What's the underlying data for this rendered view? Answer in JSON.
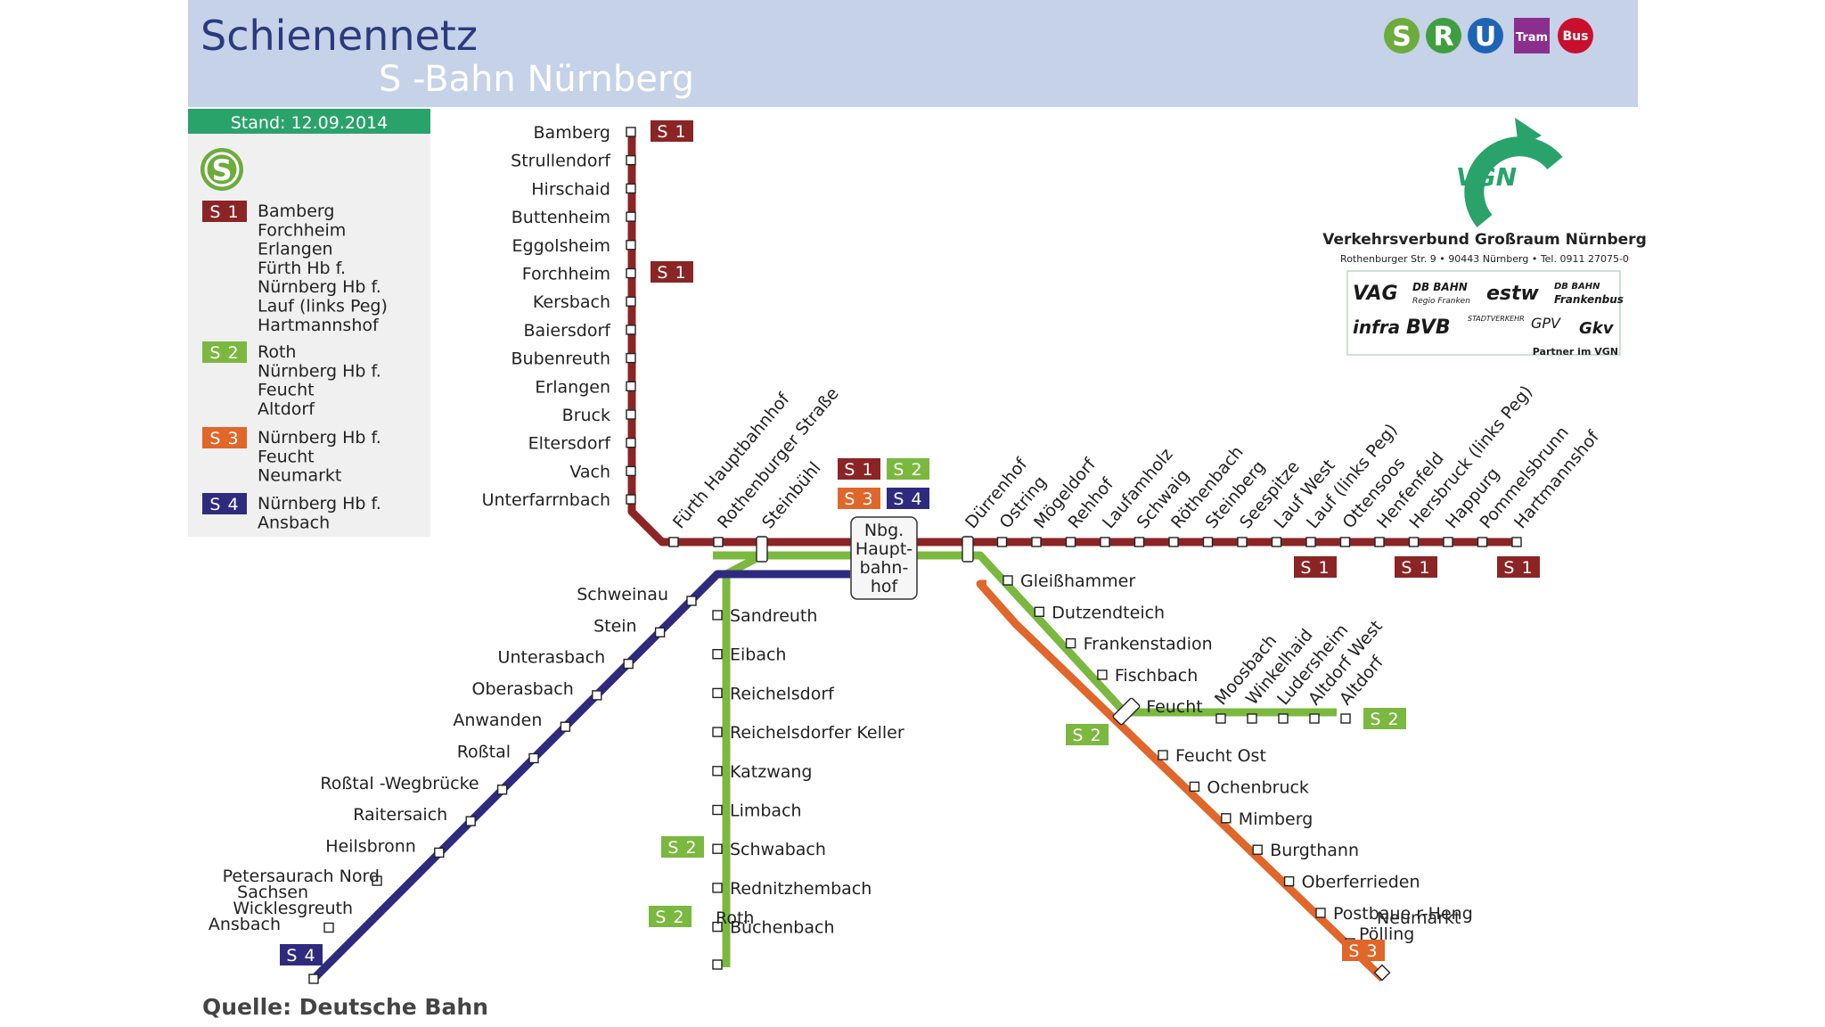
{
  "header": {
    "title": "Schienennetz",
    "subtitle": "S -Bahn Nürnberg"
  },
  "date_label": "Stand: 12.09.2014",
  "source": "Quelle: Deutsche Bahn",
  "modes": [
    {
      "label": "S",
      "color": "#6cac3c"
    },
    {
      "label": "R",
      "color": "#3f9e3f"
    },
    {
      "label": "U",
      "color": "#1e64b4"
    },
    {
      "label": "Tram",
      "color": "#8b2f8f"
    },
    {
      "label": "Bus",
      "color": "#c8102e"
    }
  ],
  "colors": {
    "S1": "#8b2525",
    "S2": "#7bb83f",
    "S3": "#e0662a",
    "S4": "#2e2b7e",
    "header_bg": "#c5d2e8",
    "title": "#2b3a7e",
    "date_bg": "#2aa36b",
    "legend_bg": "#f0f0f0"
  },
  "legend": {
    "icon_label": "S",
    "items": [
      {
        "line": "S 1",
        "color": "#8b2525",
        "lines": [
          "Bamberg",
          "Forchheim",
          "Erlangen",
          "Fürth Hb f.",
          "Nürnberg Hb  f.",
          "Lauf (links    Peg)",
          "Hartmannshof"
        ]
      },
      {
        "line": "S 2",
        "color": "#7bb83f",
        "lines": [
          "Roth",
          "Nürnberg Hb  f.",
          "Feucht",
          "Altdorf"
        ]
      },
      {
        "line": "S 3",
        "color": "#e0662a",
        "lines": [
          "Nürnberg Hb  f.",
          "Feucht",
          "Neumarkt"
        ]
      },
      {
        "line": "S 4",
        "color": "#2e2b7e",
        "lines": [
          "Nürnberg Hb  f.",
          "Ansbach"
        ]
      }
    ]
  },
  "hub": [
    "Nbg.",
    "Haupt-",
    "bahn-",
    "hof"
  ],
  "vgn": {
    "logo_text": "VGN",
    "name": "Verkehrsverbund Großraum Nürnberg",
    "address": "Rothenburger Str. 9 • 90443 Nürnberg • Tel. 0911 27075-0",
    "partners": [
      "VAG",
      "DB BAHN",
      "Regio Franken",
      "estw",
      "DB BAHN",
      "Frankenbus",
      "infra",
      "BVB",
      "STADTVERKEHR",
      "GPV",
      "Gkv"
    ],
    "partners_label": "Partner im VGN"
  },
  "s1_north": [
    "Bamberg",
    "Strullendorf",
    "Hirschaid",
    "Buttenheim",
    "Eggolsheim",
    "Forchheim",
    "Kersbach",
    "Baiersdorf",
    "Bubenreuth",
    "Erlangen",
    "Bruck",
    "Eltersdorf",
    "Vach",
    "Unterfarrnbach"
  ],
  "west_trunk": [
    "Fürth Hauptbahnhof",
    "Rothenburger Straße",
    "Steinbühl"
  ],
  "s1_east": [
    "Dürrenhof",
    "Ostring",
    "Mögeldorf",
    "Rehhof",
    "Laufamholz",
    "Schwaig",
    "Röthenbach",
    "Steinberg",
    "Seespitze",
    "Lauf West",
    "Lauf (links   Peg)",
    "Ottensoos",
    "Henfenfeld",
    "Hersbruck (links    Peg)",
    "Happurg",
    "Pommelsbrunn",
    "Hartmannshof"
  ],
  "s4_line": [
    "Schweinau",
    "Stein",
    "Unterasbach",
    "Oberasbach",
    "Anwanden",
    "Roßtal",
    "Roßtal -Wegbrücke",
    "Raitersaich",
    "Heilsbronn",
    "Petersaurach Nord",
    "Sachsen",
    "Wicklesgreuth",
    "Ansbach"
  ],
  "s2_south": [
    "Sandreuth",
    "Eibach",
    "Reichelsdorf",
    "Reichelsdorfer    Keller",
    "Katzwang",
    "Limbach",
    "Schwabach",
    "Rednitzhembach",
    "Büchenbach",
    "Roth"
  ],
  "se_common": [
    "Gleißhammer",
    "Dutzendteich",
    "Frankenstadion",
    "Fischbach",
    "Feucht"
  ],
  "s2_altdorf": [
    "Moosbach",
    "Winkelhaid",
    "Ludersheim",
    "Altdorf West",
    "Altdorf"
  ],
  "s3_line": [
    "Feucht Ost",
    "Ochenbruck",
    "Mimberg",
    "Burgthann",
    "Oberferrieden",
    "Postbaue r-Heng",
    "Neumarkt",
    "Pölling"
  ],
  "badges": {
    "s1": "S 1",
    "s2": "S 2",
    "s3": "S 3",
    "s4": "S 4"
  }
}
